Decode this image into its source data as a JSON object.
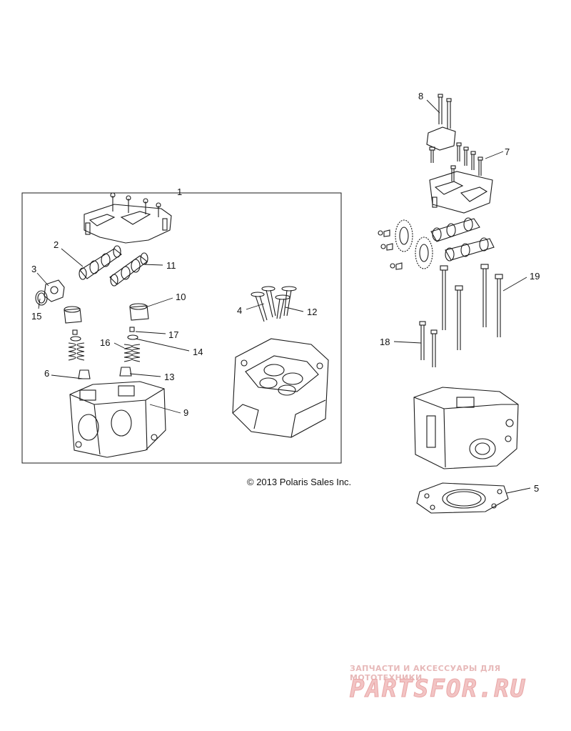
{
  "diagram": {
    "callouts": [
      "1",
      "2",
      "3",
      "4",
      "5",
      "6",
      "7",
      "8",
      "9",
      "10",
      "11",
      "12",
      "13",
      "14",
      "15",
      "16",
      "17",
      "18",
      "19"
    ],
    "copyright": "© 2013 Polaris Sales Inc."
  },
  "watermark": {
    "tagline": "ЗАПЧАСТИ И АКСЕССУАРЫ ДЛЯ МОТОТЕХНИКИ",
    "brand": "PARTSFOR.RU"
  }
}
